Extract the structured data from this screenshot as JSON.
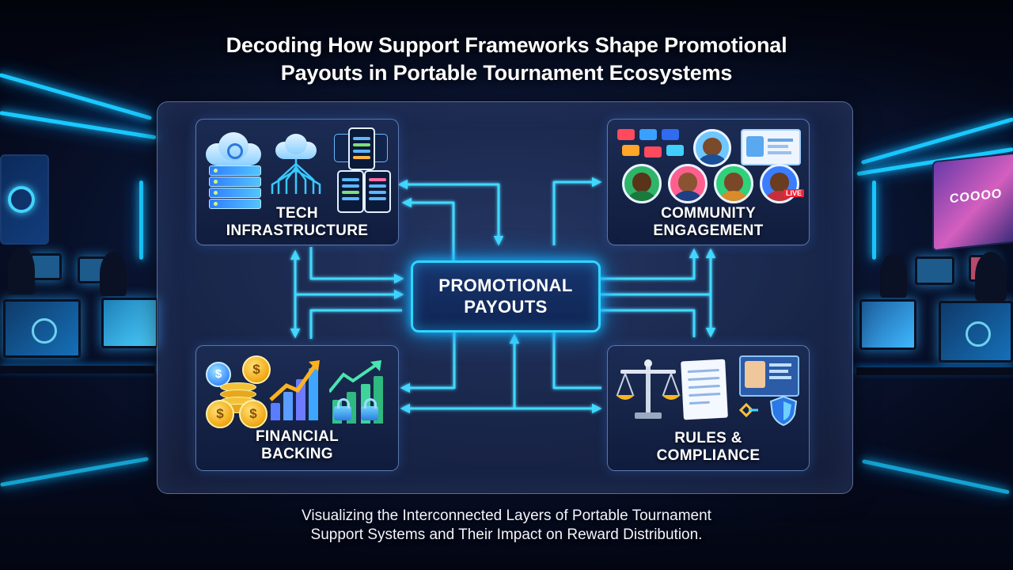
{
  "title": {
    "line1": "Decoding How Support Frameworks Shape Promotional",
    "line2": "Payouts in Portable Tournament Ecosystems"
  },
  "subtitle": {
    "line1": "Visualizing the Interconnected Layers of Portable Tournament",
    "line2": "Support Systems and Their Impact on Reward Distribution."
  },
  "hub": {
    "line1": "PROMOTIONAL",
    "line2": "PAYOUTS"
  },
  "nodes": {
    "tech": {
      "line1": "TECH",
      "line2": "INFRASTRUCTURE",
      "icons": [
        "cloud-icon",
        "server-icon",
        "network-icon",
        "mobile-app-icon"
      ]
    },
    "community": {
      "line1": "COMMUNITY",
      "line2": "ENGAGEMENT",
      "icons": [
        "social-media-icon",
        "avatar-icon",
        "live-stream-icon"
      ],
      "badge": "LIVE"
    },
    "financial": {
      "line1": "FINANCIAL",
      "line2": "BACKING",
      "icons": [
        "coin-icon",
        "growth-chart-icon",
        "lock-icon"
      ],
      "coin_symbol": "$"
    },
    "rules": {
      "line1": "RULES &",
      "line2": "COMPLIANCE",
      "icons": [
        "scales-icon",
        "document-icon",
        "id-card-icon",
        "shield-icon"
      ]
    }
  },
  "background_screen_text": "COOOO",
  "colors": {
    "accent": "#2fd6ff",
    "neon": "#19c9ff",
    "background": "#040a1c",
    "hub_fill": "#18356e"
  }
}
